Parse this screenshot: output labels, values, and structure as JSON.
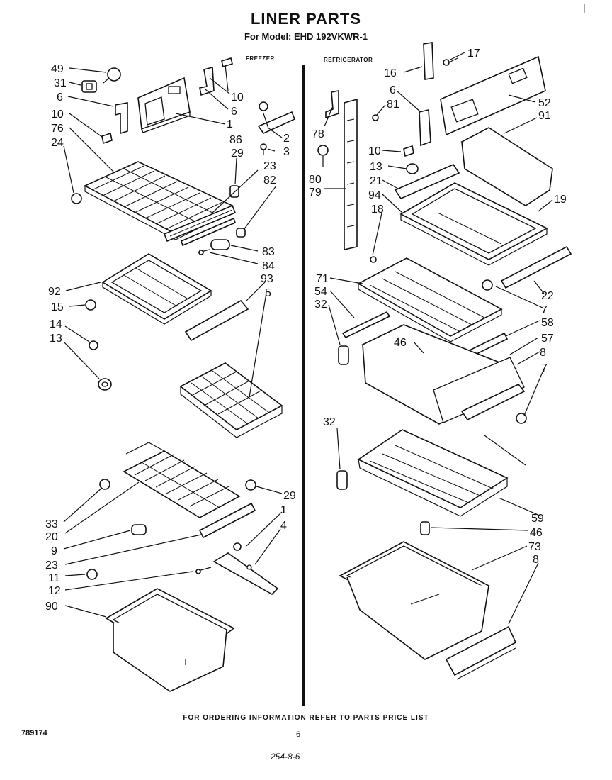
{
  "title": "LINER PARTS",
  "subtitle": "For Model: EHD 192VKWR-1",
  "sections": {
    "left": "FREEZER",
    "right": "REFRIGERATOR"
  },
  "footer": {
    "note": "FOR ORDERING INFORMATION REFER TO PARTS PRICE LIST",
    "doc_number": "789174",
    "page": "6",
    "handwritten": "254-8-6",
    "corner_mark": "|"
  },
  "callouts": [
    "49",
    "31",
    "6",
    "10",
    "76",
    "24",
    "10",
    "6",
    "1",
    "86",
    "2",
    "3",
    "29",
    "23",
    "82",
    "83",
    "84",
    "93",
    "92",
    "5",
    "15",
    "14",
    "13",
    "29",
    "1",
    "4",
    "33",
    "20",
    "9",
    "23",
    "11",
    "12",
    "90",
    "17",
    "16",
    "6",
    "81",
    "52",
    "91",
    "78",
    "10",
    "13",
    "80",
    "21",
    "79",
    "94",
    "19",
    "18",
    "22",
    "71",
    "54",
    "7",
    "32",
    "58",
    "57",
    "46",
    "8",
    "7",
    "32",
    "59",
    "46",
    "73",
    "8"
  ]
}
